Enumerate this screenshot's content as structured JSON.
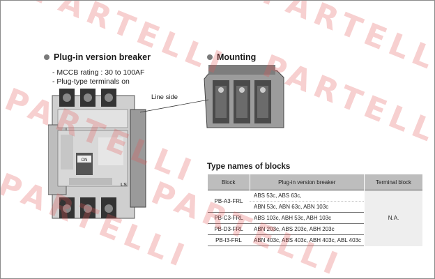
{
  "sections": {
    "plugin": {
      "title": "Plug-in version breaker",
      "bullets": [
        "- MCCB rating : 30 to 100AF",
        "- Plug-type terminals on"
      ]
    },
    "mounting": {
      "title": "Mounting"
    },
    "callout": "Line side"
  },
  "breaker": {
    "on_label": "ON",
    "brand": "LS"
  },
  "table": {
    "title": "Type names of blocks",
    "headers": [
      "Block",
      "Plug-in version breaker",
      "Terminal block"
    ],
    "rows": [
      {
        "block": "PB-A3-FRL",
        "lines": [
          "ABS 53c, ABS 63c,",
          "ABN 53c, ABN 63c, ABN 103c"
        ]
      },
      {
        "block": "PB-C3-FRL",
        "lines": [
          "ABS 103c, ABH 53c, ABH 103c"
        ]
      },
      {
        "block": "PB-D3-FRL",
        "lines": [
          "ABN 203c, ABS 203c, ABH 203c"
        ]
      },
      {
        "block": "PB-I3-FRL",
        "lines": [
          "ABN 403c, ABS 403c, ABH 403c, ABL 403c"
        ]
      }
    ],
    "terminal_value": "N.A."
  },
  "watermark": "PARTELLI",
  "colors": {
    "watermark": "#e05555",
    "header_fill": "#bdbdbd",
    "bullet_dot": "#7a7a7a"
  }
}
